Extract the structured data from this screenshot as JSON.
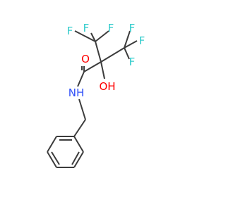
{
  "molecule": {
    "atoms": {
      "f1": "F",
      "f2": "F",
      "f3": "F",
      "f4": "F",
      "f5": "F",
      "f6": "F",
      "o_carbonyl": "O",
      "oh": "OH",
      "nh": "NH"
    },
    "colors": {
      "fluorine": "#33cccc",
      "oxygen": "#ff0000",
      "nitrogen": "#3050f8",
      "bond": "#3c3c3c"
    }
  }
}
